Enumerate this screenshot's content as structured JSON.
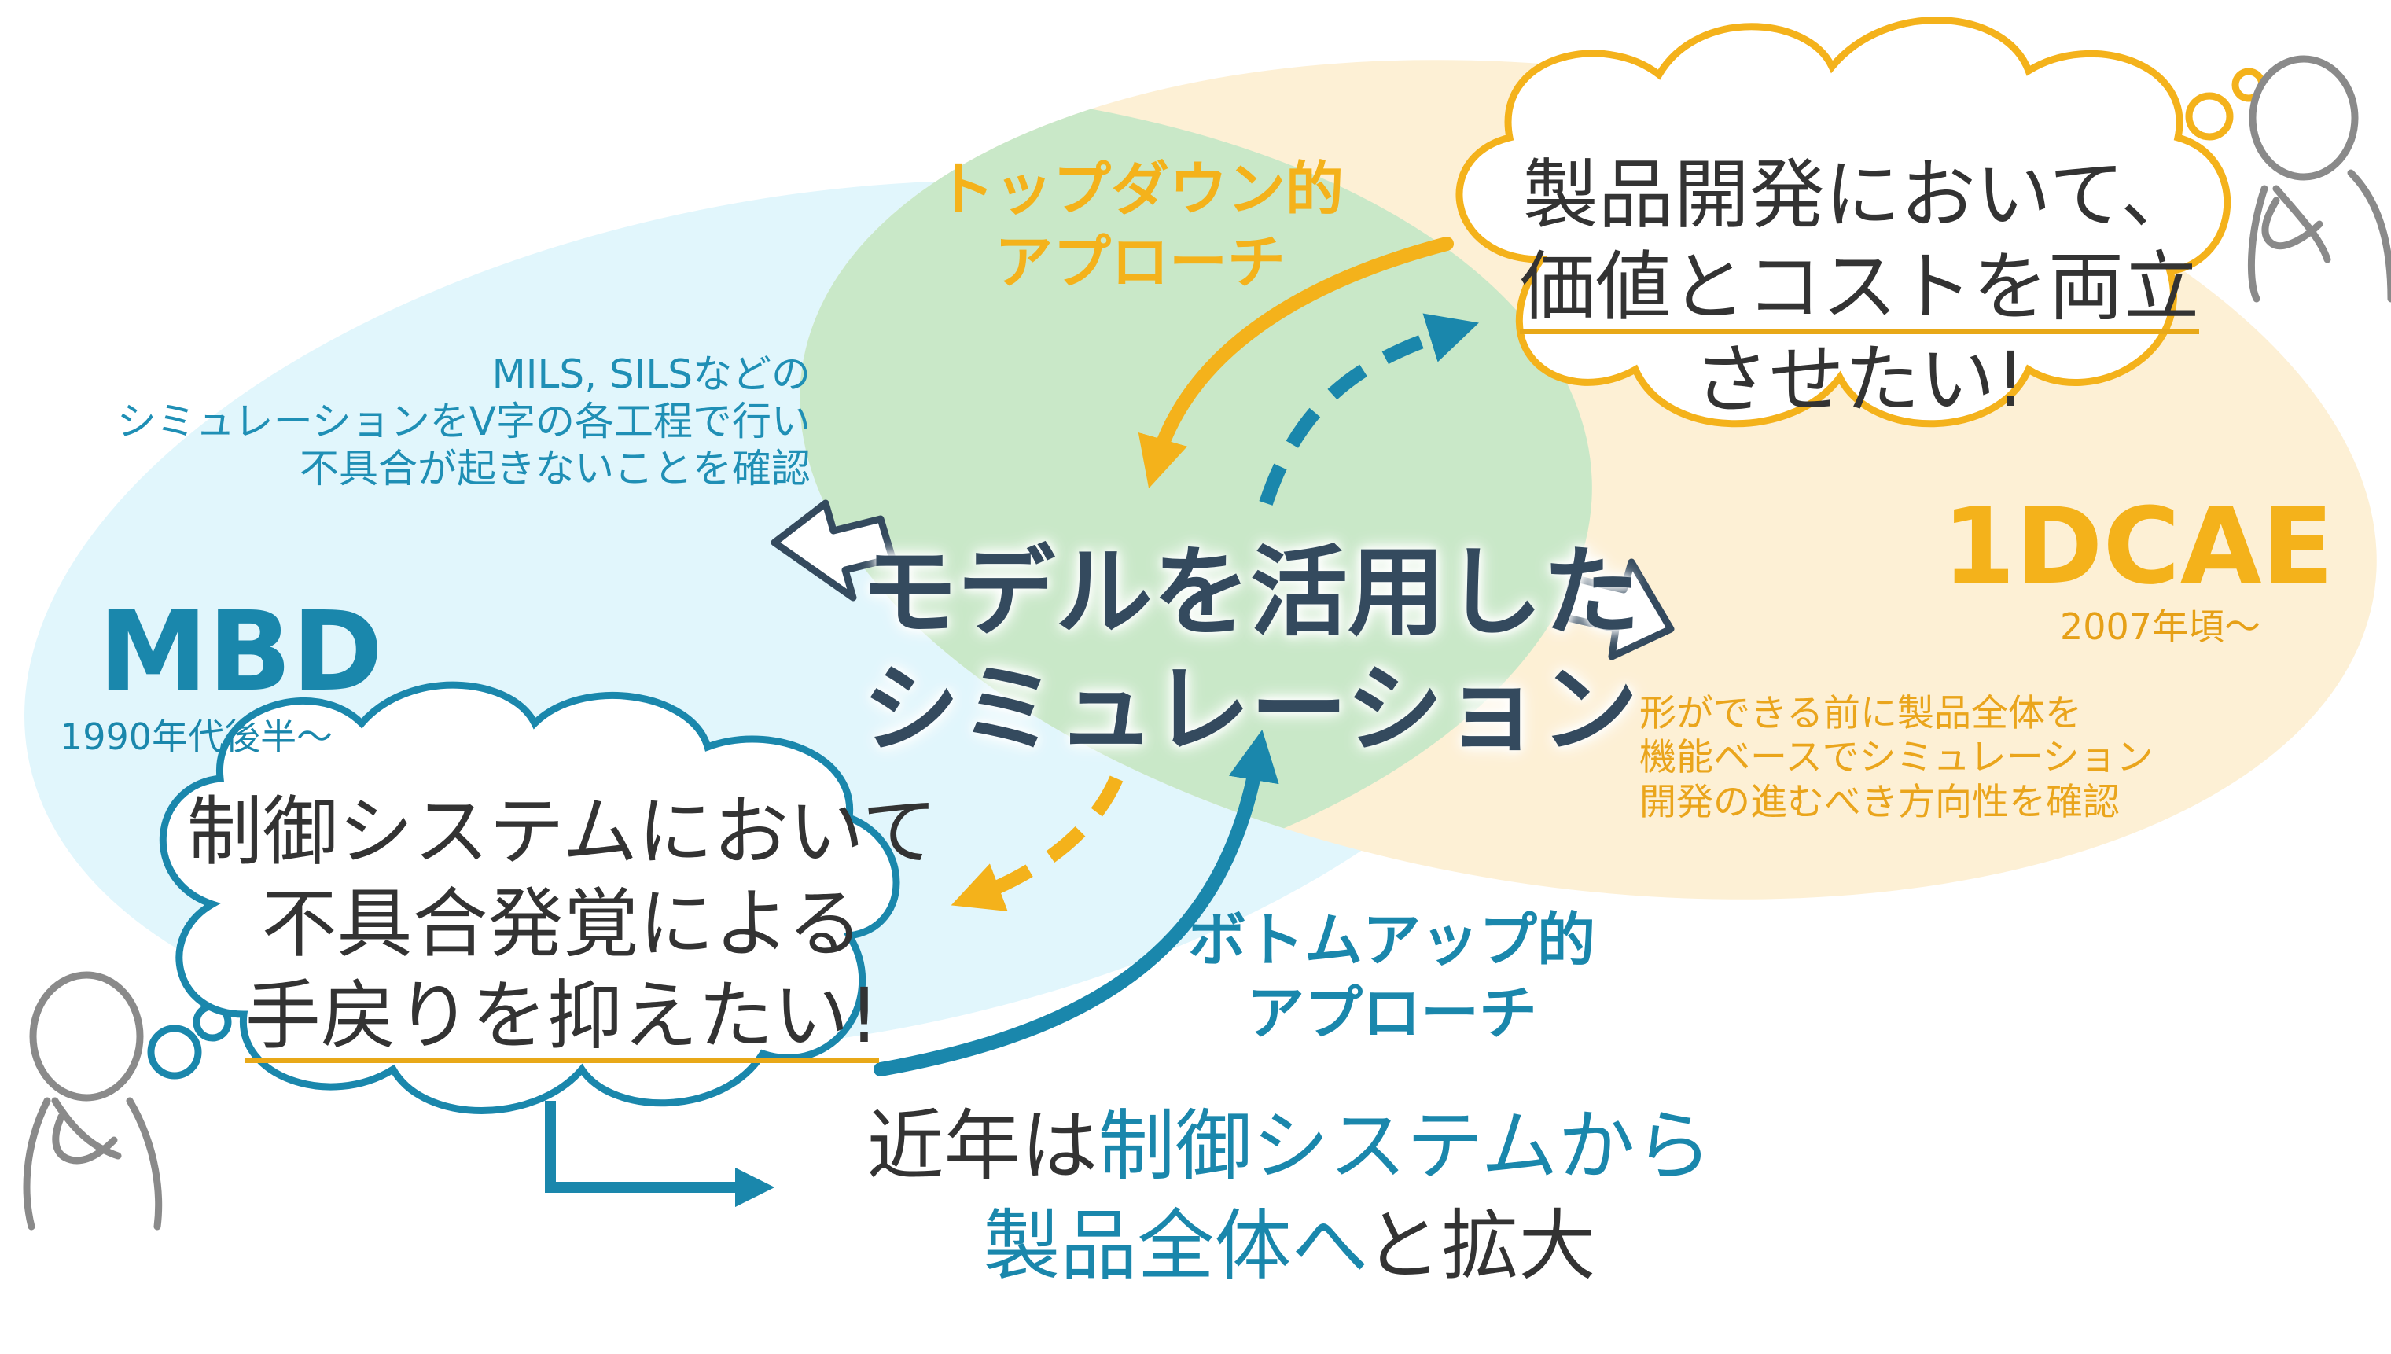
{
  "center": {
    "line1": "モデルを活用した",
    "line2": "シミュレーション"
  },
  "mbd": {
    "title": "MBD",
    "year": "1990年代後半～",
    "note": [
      "MILS, SILSなどの",
      "シミュレーションをV字の各工程で行い",
      "不具合が起きないことを確認"
    ],
    "cloud": {
      "line1": "制御システムにおいて",
      "line2": "不具合発覚による",
      "line3": "手戻りを抑えたい!"
    },
    "approach": [
      "ボトムアップ的",
      "アプローチ"
    ]
  },
  "dcae": {
    "title": "1DCAE",
    "year": "2007年頃～",
    "note": [
      "形ができる前に製品全体を",
      "機能ベースでシミュレーション",
      "開発の進むべき方向性を確認"
    ],
    "cloud": {
      "line1": "製品開発において、",
      "line2": "価値とコストを両立",
      "line3": "させたい!"
    },
    "approach": [
      "トップダウン的",
      "アプローチ"
    ]
  },
  "expansion": {
    "part1": "近年は",
    "part2": "制御システムから",
    "part3": "製品全体へ",
    "part4": "と拡大"
  },
  "colors": {
    "mbd_blue": "#1a87ac",
    "dcae_orange": "#f4b21b",
    "center_text": "#344a5e",
    "region_blue": "#e1f6fc",
    "region_orange": "#fdf0d5",
    "region_overlap": "#c9e8c8"
  },
  "icons": [
    "thinking-person-icon",
    "hollow-arrow-icon",
    "thought-cloud-icon"
  ]
}
